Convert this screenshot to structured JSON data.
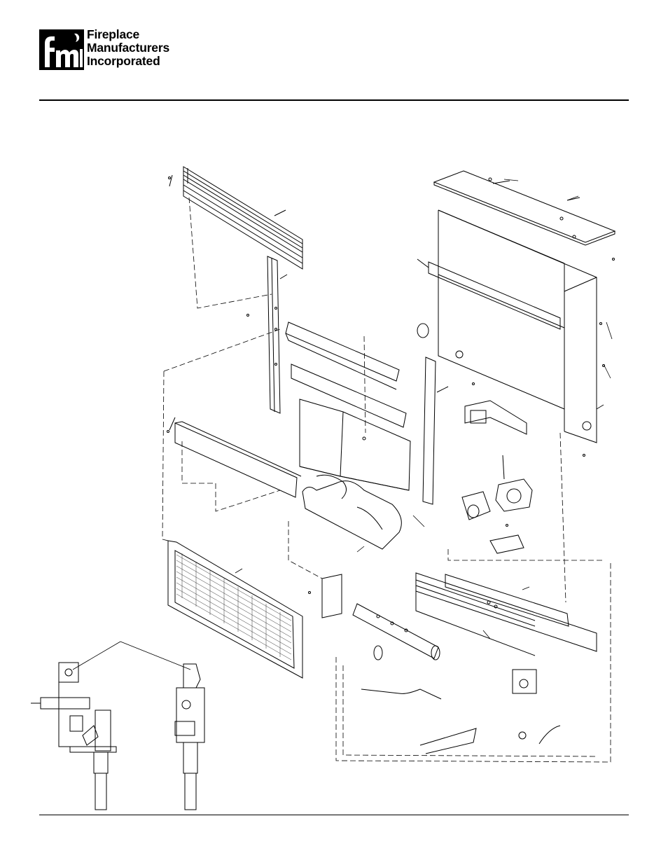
{
  "header": {
    "logo_initials": "fmi",
    "company_line1": "Fireplace",
    "company_line2": "Manufacturers",
    "company_line3": "Incorporated"
  },
  "diagram": {
    "type": "exploded-parts-view",
    "detail_callout": "pilot-assembly-detail"
  }
}
